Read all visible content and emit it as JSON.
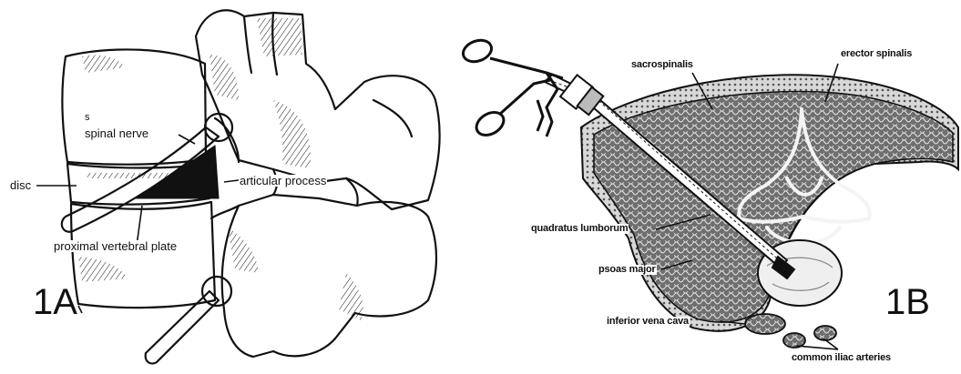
{
  "figure_1a": {
    "id": "1A",
    "labels": {
      "spinal_nerve_marker": "s",
      "spinal_nerve": "spinal nerve",
      "disc": "disc",
      "articular_process": "articular process",
      "proximal_vertebral_plate": "proximal vertebral plate"
    }
  },
  "figure_1b": {
    "id": "1B",
    "labels": {
      "sacrospinalis": "sacrospinalis",
      "erector_spinalis": "erector spinalis",
      "quadratus_lumborum": "quadratus lumborum",
      "psoas_major": "psoas major",
      "inferior_vena_cava": "inferior vena cava",
      "common_iliac_arteries": "common iliac arteries"
    }
  },
  "colors": {
    "ink": "#111111",
    "paper": "#ffffff",
    "shade": "#8a8a8a"
  }
}
